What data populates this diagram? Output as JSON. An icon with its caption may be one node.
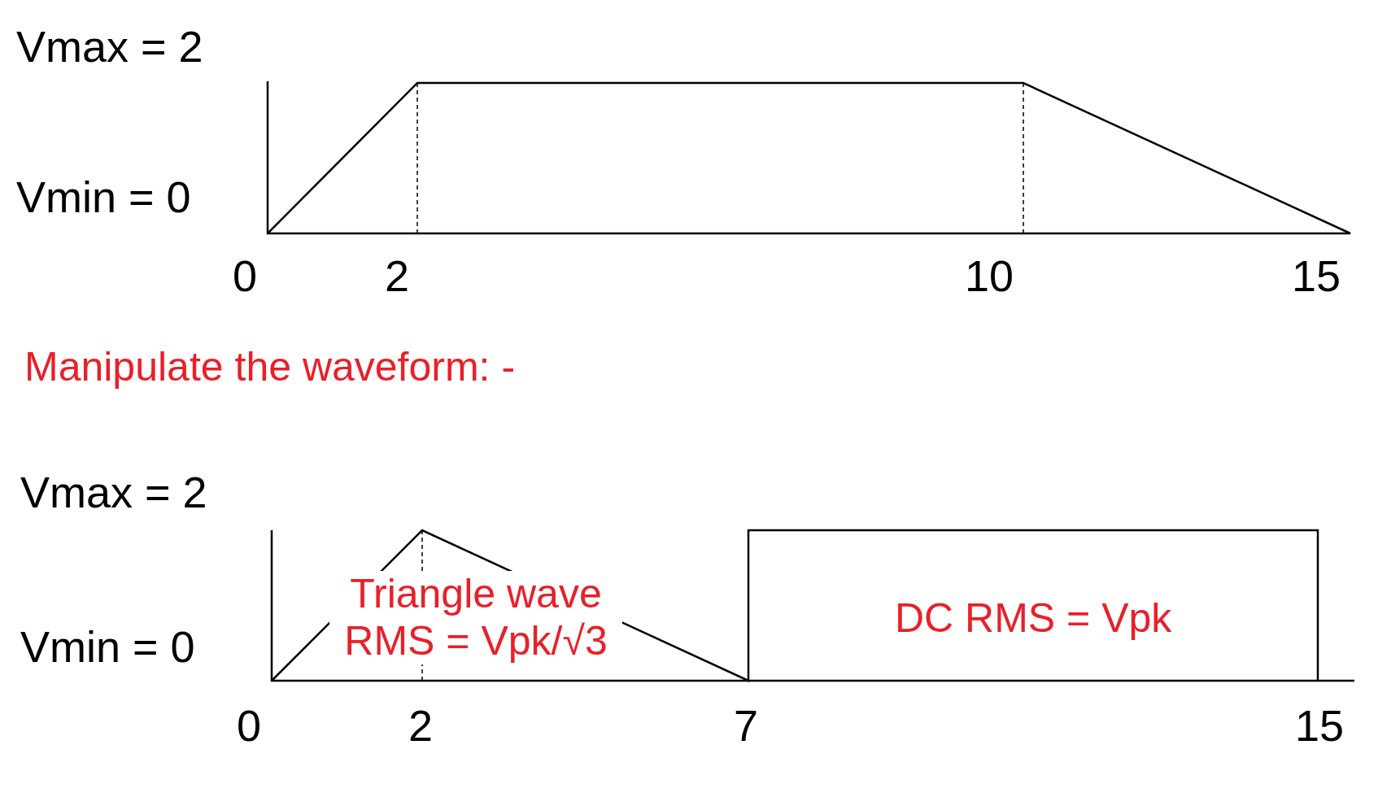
{
  "diagram": {
    "labels": [
      "Vmax = 2",
      "Vmin = 0",
      "0",
      "2",
      "10",
      "15",
      "Manipulate the waveform: -",
      "Vmax = 2",
      "Triangle wave RMS = Vpk/√3",
      "DC RMS = Vpk",
      "Vmin = 0",
      "0",
      "2",
      "7",
      "15"
    ]
  }
}
